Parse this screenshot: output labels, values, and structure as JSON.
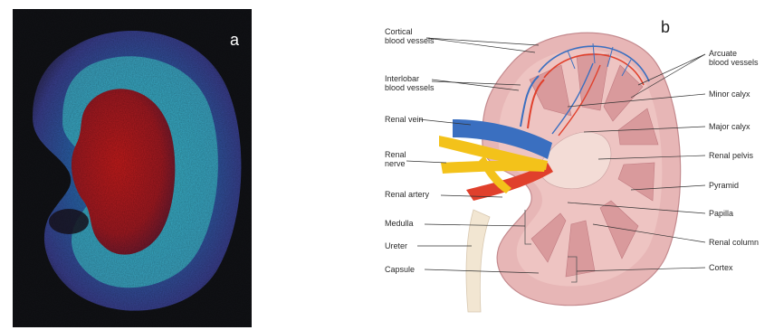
{
  "panel_a": {
    "letter": "a"
  },
  "panel_b": {
    "letter": "b",
    "labels": {
      "cortical_blood_vessels": "Cortical\nblood vessels",
      "interlobar_blood_vessels": "Interlobar\nblood vessels",
      "renal_vein": "Renal vein",
      "renal_nerve": "Renal\nnerve",
      "renal_artery": "Renal artery",
      "medulla": "Medulla",
      "ureter": "Ureter",
      "capsule": "Capsule",
      "arcuate_blood_vessels": "Arcuate\nblood vessels",
      "minor_calyx": "Minor calyx",
      "major_calyx": "Major calyx",
      "renal_pelvis": "Renal pelvis",
      "pyramid": "Pyramid",
      "papilla": "Papilla",
      "renal_column": "Renal column",
      "cortex": "Cortex"
    },
    "colors": {
      "capsule": "#e7b6b6",
      "pyramid": "#d99a9c",
      "artery": "#e0402c",
      "vein": "#3a6fc0",
      "nerve": "#f3c21a",
      "ureter": "#f2e6d2"
    }
  }
}
